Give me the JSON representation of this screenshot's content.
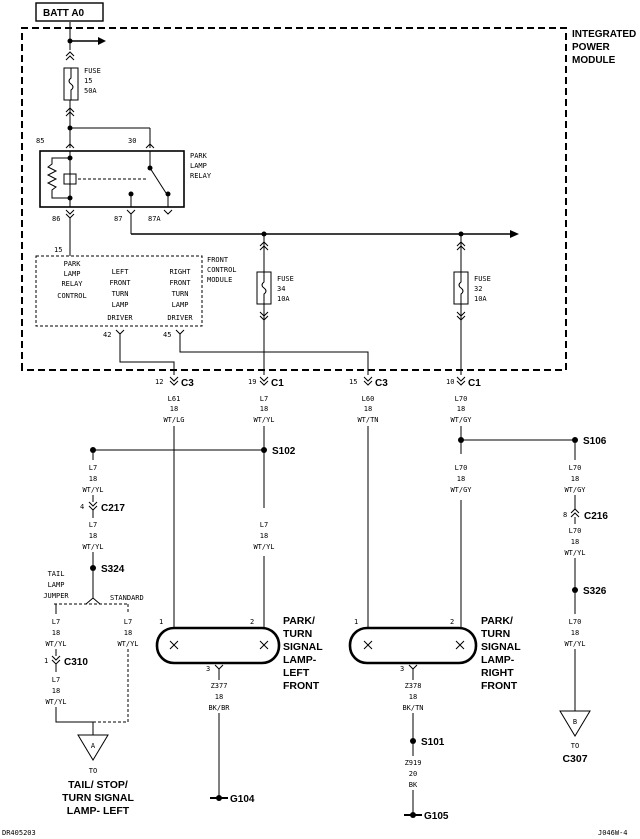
{
  "batt_label": "BATT A0",
  "ipm_label": [
    "INTEGRATED",
    "POWER",
    "MODULE"
  ],
  "fuse15": [
    "FUSE",
    "15",
    "50A"
  ],
  "fuse34": [
    "FUSE",
    "34",
    "10A"
  ],
  "fuse32": [
    "FUSE",
    "32",
    "10A"
  ],
  "relay_label": [
    "PARK",
    "LAMP",
    "RELAY"
  ],
  "pins": {
    "p85": "85",
    "p30": "30",
    "p86": "86",
    "p87": "87",
    "p87a": "87A",
    "p15": "15",
    "p42": "42",
    "p45": "45"
  },
  "fcm_label": [
    "FRONT",
    "CONTROL",
    "MODULE"
  ],
  "fcm_relay_ctrl": [
    "PARK",
    "LAMP",
    "RELAY",
    "CONTROL"
  ],
  "fcm_left_driver": [
    "LEFT",
    "FRONT",
    "TURN",
    "LAMP",
    "DRIVER"
  ],
  "fcm_right_driver": [
    "RIGHT",
    "FRONT",
    "TURN",
    "LAMP",
    "DRIVER"
  ],
  "connectors": [
    {
      "pin": "12",
      "name": "C3"
    },
    {
      "pin": "19",
      "name": "C1"
    },
    {
      "pin": "15",
      "name": "C3"
    },
    {
      "pin": "10",
      "name": "C1"
    }
  ],
  "wire_l61": [
    "L61",
    "18",
    "WT/LG"
  ],
  "wire_l7_top": [
    "L7",
    "18",
    "WT/YL"
  ],
  "wire_l60": [
    "L60",
    "18",
    "WT/TN"
  ],
  "wire_l70_top": [
    "L70",
    "18",
    "WT/GY"
  ],
  "s102": "S102",
  "s106": "S106",
  "wire_l7_a": [
    "L7",
    "18",
    "WT/YL"
  ],
  "c217_pin": "4",
  "c217": "C217",
  "wire_l7_b": [
    "L7",
    "18",
    "WT/YL"
  ],
  "s324": "S324",
  "tail_lamp_jumper": [
    "TAIL",
    "LAMP",
    "JUMPER"
  ],
  "standard": "STANDARD",
  "wire_l7_c": [
    "L7",
    "18",
    "WT/YL"
  ],
  "wire_l7_d": [
    "L7",
    "18",
    "WT/YL"
  ],
  "c310_pin": "1",
  "c310": "C310",
  "wire_l7_e": [
    "L7",
    "18",
    "WT/YL"
  ],
  "wire_l7_mid": [
    "L7",
    "18",
    "WT/YL"
  ],
  "wire_l70_mid": [
    "L70",
    "18",
    "WT/GY"
  ],
  "wire_l70_a": [
    "L70",
    "18",
    "WT/GY"
  ],
  "c216_pin": "8",
  "c216": "C216",
  "wire_l70_b": [
    "L70",
    "18",
    "WT/YL"
  ],
  "s326": "S326",
  "wire_l70_c": [
    "L70",
    "18",
    "WT/YL"
  ],
  "lamp_left_label": [
    "PARK/",
    "TURN",
    "SIGNAL",
    "LAMP-",
    "LEFT",
    "FRONT"
  ],
  "lamp_right_label": [
    "PARK/",
    "TURN",
    "SIGNAL",
    "LAMP-",
    "RIGHT",
    "FRONT"
  ],
  "lamp_pins": {
    "p1": "1",
    "p2": "2",
    "p3": "3"
  },
  "wire_z377": [
    "Z377",
    "18",
    "BK/BR"
  ],
  "wire_z378": [
    "Z378",
    "18",
    "BK/TN"
  ],
  "s101": "S101",
  "wire_z919": [
    "Z919",
    "20",
    "BK"
  ],
  "g104": "G104",
  "g105": "G105",
  "ref_a": "A",
  "ref_b": "B",
  "ref_to": "TO",
  "tail_stop_label": [
    "TAIL/ STOP/",
    "TURN SIGNAL",
    "LAMP- LEFT"
  ],
  "c307": "C307",
  "doc_id": "DR405203",
  "page_id": "J046W-4"
}
